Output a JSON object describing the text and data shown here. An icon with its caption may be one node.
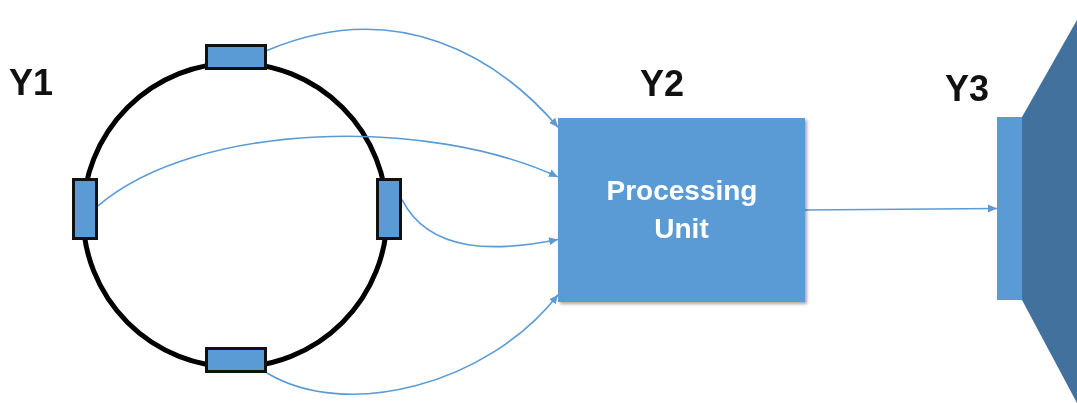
{
  "diagram": {
    "nodes": [
      {
        "text": [],
        "shape": "box"
      },
      {
        "text": [],
        "shape": "box"
      },
      {
        "text": [],
        "shape": "box"
      },
      {
        "text": [],
        "shape": "box"
      },
      {
        "text": [
          "Y2",
          "Processing Unit"
        ]
      },
      {
        "text": [
          "Y3"
        ]
      }
    ],
    "edges": [
      {
        "from": 0,
        "to": 4,
        "arrow": "to"
      },
      {
        "from": 1,
        "to": 4,
        "arrow": "to"
      },
      {
        "from": 2,
        "to": 4,
        "arrow": "to"
      },
      {
        "from": 3,
        "to": 4,
        "arrow": "to"
      },
      {
        "from": 4,
        "to": 5,
        "arrow": "to"
      }
    ],
    "labels": [
      "Y1"
    ]
  }
}
